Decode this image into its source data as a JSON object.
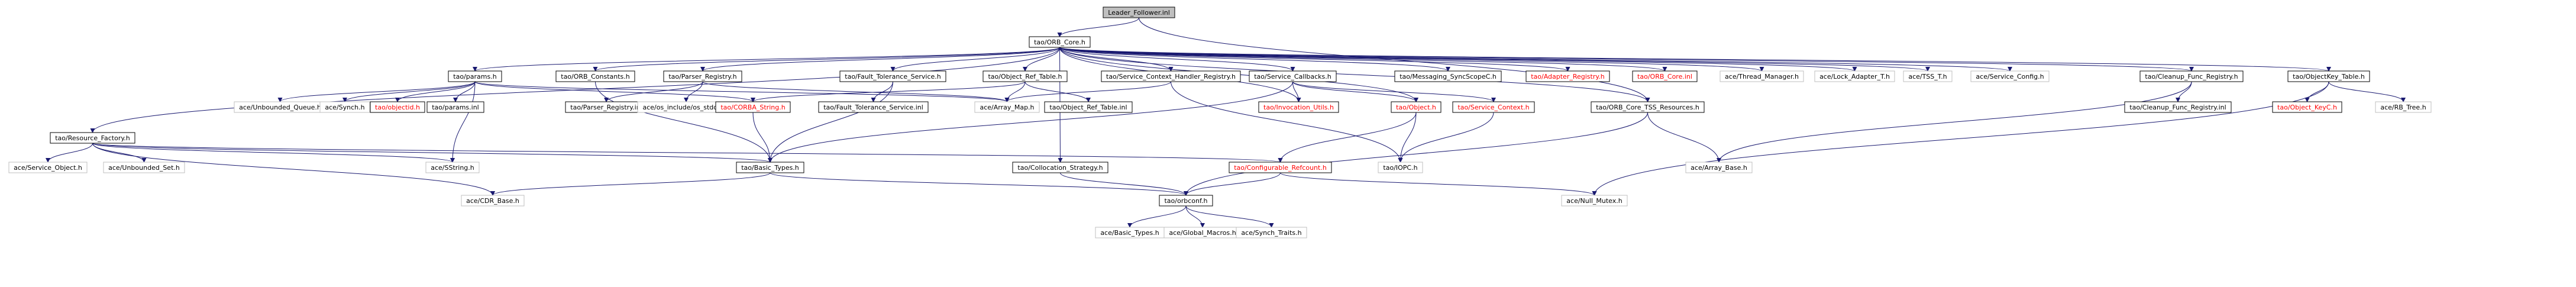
{
  "graph": {
    "colors": {
      "edge": "#191970",
      "leaf_fill": "#bfbfbf",
      "normal_border": "#000000",
      "missing_border": "#bfbfbf",
      "red_text": "#ff0000"
    },
    "nodes": [
      {
        "id": "leader",
        "label": "Leader_Follower.inl",
        "style": "leaf"
      },
      {
        "id": "orbcore",
        "label": "tao/ORB_Core.h",
        "style": "normal"
      },
      {
        "id": "params",
        "label": "tao/params.h",
        "style": "normal"
      },
      {
        "id": "orbconst",
        "label": "tao/ORB_Constants.h",
        "style": "normal"
      },
      {
        "id": "parserreg",
        "label": "tao/Parser_Registry.h",
        "style": "normal"
      },
      {
        "id": "ftservice",
        "label": "tao/Fault_Tolerance_Service.h",
        "style": "normal"
      },
      {
        "id": "objreftable",
        "label": "tao/Object_Ref_Table.h",
        "style": "normal"
      },
      {
        "id": "scxreg",
        "label": "tao/Service_Context_Handler_Registry.h",
        "style": "normal"
      },
      {
        "id": "svccallbacks",
        "label": "tao/Service_Callbacks.h",
        "style": "normal"
      },
      {
        "id": "messaging",
        "label": "tao/Messaging_SyncScopeC.h",
        "style": "normal"
      },
      {
        "id": "adapterreg",
        "label": "tao/Adapter_Registry.h",
        "style": "red"
      },
      {
        "id": "orbcoreinl",
        "label": "tao/ORB_Core.inl",
        "style": "red"
      },
      {
        "id": "threadmgr",
        "label": "ace/Thread_Manager.h",
        "style": "gray"
      },
      {
        "id": "lockadapter",
        "label": "ace/Lock_Adapter_T.h",
        "style": "gray"
      },
      {
        "id": "tsst",
        "label": "ace/TSS_T.h",
        "style": "gray"
      },
      {
        "id": "svcconfig",
        "label": "ace/Service_Config.h",
        "style": "gray"
      },
      {
        "id": "cleanupreg",
        "label": "tao/Cleanup_Func_Registry.h",
        "style": "normal"
      },
      {
        "id": "objkeytable",
        "label": "tao/ObjectKey_Table.h",
        "style": "normal"
      },
      {
        "id": "resfactory",
        "label": "tao/Resource_Factory.h",
        "style": "normal"
      },
      {
        "id": "unbqueue",
        "label": "ace/Unbounded_Queue.h",
        "style": "gray"
      },
      {
        "id": "acesynch",
        "label": "ace/Synch.h",
        "style": "gray"
      },
      {
        "id": "objectid",
        "label": "tao/objectid.h",
        "style": "red"
      },
      {
        "id": "paramsinl",
        "label": "tao/params.inl",
        "style": "normal"
      },
      {
        "id": "parserreginl",
        "label": "tao/Parser_Registry.inl",
        "style": "normal"
      },
      {
        "id": "stddef",
        "label": "ace/os_include/os_stddef.h",
        "style": "gray"
      },
      {
        "id": "ftserviceinl",
        "label": "tao/Fault_Tolerance_Service.inl",
        "style": "normal"
      },
      {
        "id": "corbastring",
        "label": "tao/CORBA_String.h",
        "style": "red"
      },
      {
        "id": "arraymap",
        "label": "ace/Array_Map.h",
        "style": "gray"
      },
      {
        "id": "objreftableinl",
        "label": "tao/Object_Ref_Table.inl",
        "style": "normal"
      },
      {
        "id": "invocationutils",
        "label": "tao/Invocation_Utils.h",
        "style": "red"
      },
      {
        "id": "taoobject",
        "label": "tao/Object.h",
        "style": "red"
      },
      {
        "id": "svccontext",
        "label": "tao/Service_Context.h",
        "style": "red"
      },
      {
        "id": "tssres",
        "label": "tao/ORB_Core_TSS_Resources.h",
        "style": "normal"
      },
      {
        "id": "cleanupreginl",
        "label": "tao/Cleanup_Func_Registry.inl",
        "style": "normal"
      },
      {
        "id": "objectkeyc",
        "label": "tao/Object_KeyC.h",
        "style": "red"
      },
      {
        "id": "rbtree",
        "label": "ace/RB_Tree.h",
        "style": "gray"
      },
      {
        "id": "svcobject",
        "label": "ace/Service_Object.h",
        "style": "gray"
      },
      {
        "id": "unbset",
        "label": "ace/Unbounded_Set.h",
        "style": "gray"
      },
      {
        "id": "sstring",
        "label": "ace/SString.h",
        "style": "gray"
      },
      {
        "id": "basictypes",
        "label": "tao/Basic_Types.h",
        "style": "normal"
      },
      {
        "id": "collocation",
        "label": "tao/Collocation_Strategy.h",
        "style": "normal"
      },
      {
        "id": "configrefcount",
        "label": "tao/Configurable_Refcount.h",
        "style": "red"
      },
      {
        "id": "iiopc",
        "label": "tao/IOPC.h",
        "style": "gray"
      },
      {
        "id": "arraybase",
        "label": "ace/Array_Base.h",
        "style": "gray"
      },
      {
        "id": "cdrbase",
        "label": "ace/CDR_Base.h",
        "style": "gray"
      },
      {
        "id": "orbconf",
        "label": "tao/orbconf.h",
        "style": "normal"
      },
      {
        "id": "nullmutex",
        "label": "ace/Null_Mutex.h",
        "style": "gray"
      },
      {
        "id": "acebasictypes",
        "label": "ace/Basic_Types.h",
        "style": "gray"
      },
      {
        "id": "globalmacros",
        "label": "ace/Global_Macros.h",
        "style": "gray"
      },
      {
        "id": "synchtraits",
        "label": "ace/Synch_Traits.h",
        "style": "gray"
      }
    ],
    "edges": [
      [
        "leader",
        "orbcore"
      ],
      [
        "leader",
        "tssres"
      ],
      [
        "orbcore",
        "params"
      ],
      [
        "orbcore",
        "orbconst"
      ],
      [
        "orbcore",
        "parserreg"
      ],
      [
        "orbcore",
        "ftservice"
      ],
      [
        "orbcore",
        "objreftable"
      ],
      [
        "orbcore",
        "scxreg"
      ],
      [
        "orbcore",
        "svccallbacks"
      ],
      [
        "orbcore",
        "messaging"
      ],
      [
        "orbcore",
        "adapterreg"
      ],
      [
        "orbcore",
        "orbcoreinl"
      ],
      [
        "orbcore",
        "threadmgr"
      ],
      [
        "orbcore",
        "lockadapter"
      ],
      [
        "orbcore",
        "tsst"
      ],
      [
        "orbcore",
        "svcconfig"
      ],
      [
        "orbcore",
        "cleanupreg"
      ],
      [
        "orbcore",
        "objkeytable"
      ],
      [
        "orbcore",
        "resfactory"
      ],
      [
        "orbcore",
        "taoobject"
      ],
      [
        "orbcore",
        "invocationutils"
      ],
      [
        "orbcore",
        "collocation"
      ],
      [
        "orbcore",
        "tssres"
      ],
      [
        "params",
        "unbqueue"
      ],
      [
        "params",
        "acesynch"
      ],
      [
        "params",
        "objectid"
      ],
      [
        "params",
        "paramsinl"
      ],
      [
        "params",
        "corbastring"
      ],
      [
        "params",
        "sstring"
      ],
      [
        "params",
        "arraymap"
      ],
      [
        "orbconst",
        "basictypes"
      ],
      [
        "parserreg",
        "parserreginl"
      ],
      [
        "parserreg",
        "stddef"
      ],
      [
        "parserreg",
        "arraymap"
      ],
      [
        "ftservice",
        "ftserviceinl"
      ],
      [
        "ftservice",
        "basictypes"
      ],
      [
        "objreftable",
        "corbastring"
      ],
      [
        "objreftable",
        "arraymap"
      ],
      [
        "objreftable",
        "objreftableinl"
      ],
      [
        "scxreg",
        "arraymap"
      ],
      [
        "scxreg",
        "iiopc"
      ],
      [
        "svccallbacks",
        "invocationutils"
      ],
      [
        "svccallbacks",
        "taoobject"
      ],
      [
        "svccallbacks",
        "svccontext"
      ],
      [
        "svccallbacks",
        "basictypes"
      ],
      [
        "cleanupreg",
        "cleanupreginl"
      ],
      [
        "cleanupreg",
        "arraybase"
      ],
      [
        "objkeytable",
        "objectkeyc"
      ],
      [
        "objkeytable",
        "rbtree"
      ],
      [
        "objkeytable",
        "nullmutex"
      ],
      [
        "resfactory",
        "svcobject"
      ],
      [
        "resfactory",
        "unbset"
      ],
      [
        "resfactory",
        "sstring"
      ],
      [
        "resfactory",
        "basictypes"
      ],
      [
        "resfactory",
        "cdrbase"
      ],
      [
        "resfactory",
        "configrefcount"
      ],
      [
        "corbastring",
        "basictypes"
      ],
      [
        "taoobject",
        "configrefcount"
      ],
      [
        "taoobject",
        "iiopc"
      ],
      [
        "svccontext",
        "iiopc"
      ],
      [
        "tssres",
        "orbconf"
      ],
      [
        "tssres",
        "arraybase"
      ],
      [
        "basictypes",
        "cdrbase"
      ],
      [
        "basictypes",
        "orbconf"
      ],
      [
        "collocation",
        "orbconf"
      ],
      [
        "configrefcount",
        "orbconf"
      ],
      [
        "configrefcount",
        "nullmutex"
      ],
      [
        "orbconf",
        "acebasictypes"
      ],
      [
        "orbconf",
        "globalmacros"
      ],
      [
        "orbconf",
        "synchtraits"
      ]
    ]
  }
}
